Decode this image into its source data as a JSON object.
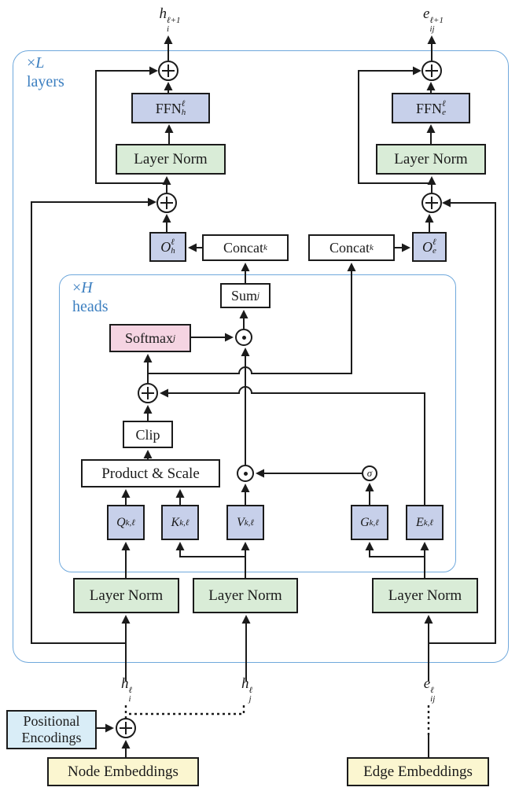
{
  "loops": {
    "outer": {
      "mult": "×",
      "var": "L",
      "unit": "layers"
    },
    "inner": {
      "mult": "×",
      "var": "H",
      "unit": "heads"
    }
  },
  "io": {
    "node_out": {
      "base": "h",
      "sub": "i",
      "sup": "ℓ+1"
    },
    "edge_out": {
      "base": "e",
      "sub": "ij",
      "sup": "ℓ+1"
    },
    "node_in_i": {
      "base": "h",
      "sub": "i",
      "sup": "ℓ"
    },
    "node_in_j": {
      "base": "h",
      "sub": "j",
      "sup": "ℓ"
    },
    "edge_in": {
      "base": "e",
      "sub": "ij",
      "sup": "ℓ"
    }
  },
  "blocks": {
    "ffn_h": {
      "base": "FFN",
      "sup": "ℓ",
      "sub": "h"
    },
    "ffn_e": {
      "base": "FFN",
      "sup": "ℓ",
      "sub": "e"
    },
    "layer_norm": {
      "label": "Layer Norm"
    },
    "o_h": {
      "base": "O",
      "sup": "ℓ",
      "sub": "h"
    },
    "o_e": {
      "base": "O",
      "sup": "ℓ",
      "sub": "e"
    },
    "concat": {
      "base": "Concat",
      "sub": "k"
    },
    "sum": {
      "base": "Sum",
      "sub": "j"
    },
    "softmax": {
      "base": "Softmax",
      "sub": "j"
    },
    "clip": {
      "label": "Clip"
    },
    "product_scale": {
      "label": "Product & Scale"
    },
    "q": {
      "base": "Q",
      "sup": "k,ℓ"
    },
    "k": {
      "base": "K",
      "sup": "k,ℓ"
    },
    "v": {
      "base": "V",
      "sup": "k,ℓ"
    },
    "g": {
      "base": "G",
      "sup": "k,ℓ"
    },
    "e": {
      "base": "E",
      "sup": "k,ℓ"
    },
    "positional_encodings": {
      "line1": "Positional",
      "line2": "Encodings"
    },
    "node_embeddings": {
      "label": "Node Embeddings"
    },
    "edge_embeddings": {
      "label": "Edge Embeddings"
    }
  },
  "operators": {
    "add": "+",
    "hadamard": "·",
    "sigmoid": "σ"
  },
  "colors": {
    "linear_block": "#c7d0ea",
    "norm_block": "#d9ecd7",
    "softmax_block": "#f5d4e2",
    "pos_enc_block": "#d9edf7",
    "embedding_block": "#fbf6d0",
    "loop_stroke": "#6fa8dc",
    "loop_text": "#3c7fc0",
    "line": "#1b1b1b"
  }
}
